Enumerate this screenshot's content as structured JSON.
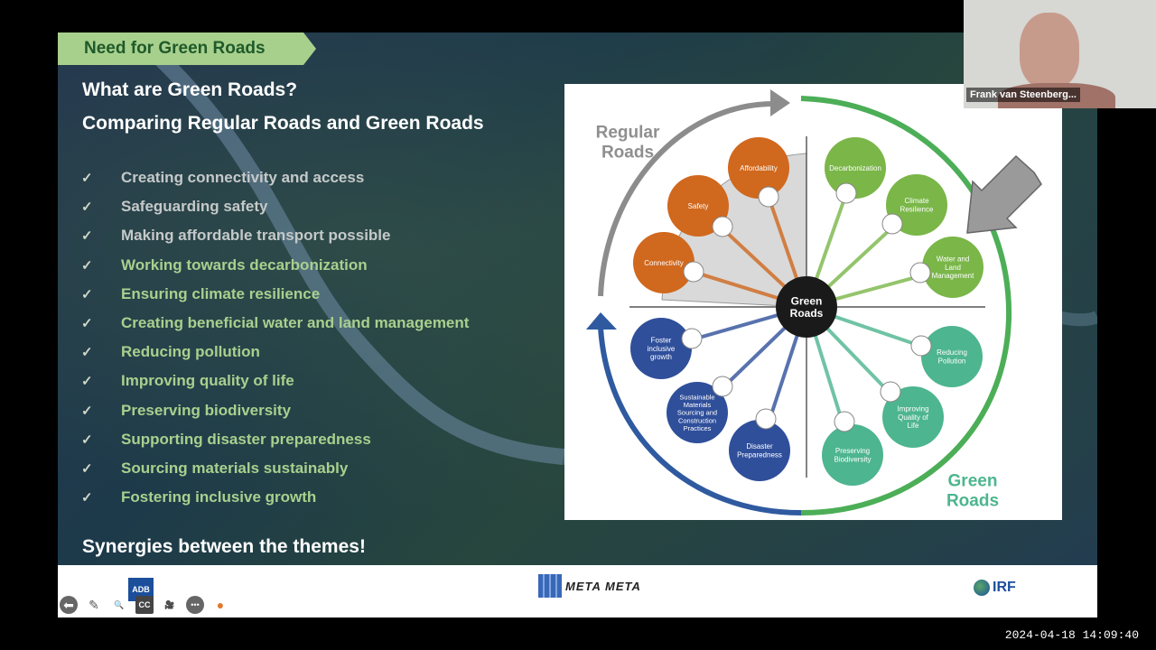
{
  "slide": {
    "tag": "Need for Green Roads",
    "title1": "What are Green Roads?",
    "title2": "Comparing Regular Roads and Green Roads",
    "check_icon": "checkmark-icon",
    "items": [
      {
        "text": "Creating connectivity and access",
        "color": "#c5c9c9"
      },
      {
        "text": "Safeguarding safety",
        "color": "#c5c9c9"
      },
      {
        "text": "Making affordable transport possible",
        "color": "#c5c9c9"
      },
      {
        "text": "Working towards decarbonization",
        "color": "#a9d08e"
      },
      {
        "text": "Ensuring climate resilience",
        "color": "#a9d08e"
      },
      {
        "text": "Creating beneficial water and land management",
        "color": "#a9d08e"
      },
      {
        "text": "Reducing pollution",
        "color": "#a9d08e"
      },
      {
        "text": "Improving quality of life",
        "color": "#a9d08e"
      },
      {
        "text": "Preserving biodiversity",
        "color": "#a9d08e"
      },
      {
        "text": "Supporting disaster preparedness",
        "color": "#a9d08e"
      },
      {
        "text": "Sourcing materials sustainably",
        "color": "#a9d08e"
      },
      {
        "text": "Fostering inclusive growth",
        "color": "#a9d08e"
      }
    ],
    "synergies": "Synergies between the themes!"
  },
  "diagram": {
    "regular_label": [
      "Regular",
      "Roads"
    ],
    "green_label": [
      "Green",
      "Roads"
    ],
    "center_label": [
      "Green",
      "Roads"
    ],
    "colors": {
      "orange": "#d0681e",
      "green": "#7ab648",
      "teal": "#4db58f",
      "blue": "#2f4f9b",
      "gray": "#9b9b9b"
    },
    "orange_nodes": [
      {
        "lines": [
          "Affordability"
        ]
      },
      {
        "lines": [
          "Safety"
        ]
      },
      {
        "lines": [
          "Connectivity"
        ]
      }
    ],
    "green_nodes": [
      {
        "lines": [
          "Decarbonization"
        ]
      },
      {
        "lines": [
          "Climate",
          "Resilience"
        ]
      },
      {
        "lines": [
          "Water and",
          "Land",
          "Management"
        ]
      },
      {
        "lines": [
          "Reducing",
          "Pollution"
        ]
      },
      {
        "lines": [
          "Improving",
          "Quality of",
          "Life"
        ]
      },
      {
        "lines": [
          "Preserving",
          "Biodiversity"
        ]
      }
    ],
    "blue_nodes": [
      {
        "lines": [
          "Disaster",
          "Preparedness"
        ]
      },
      {
        "lines": [
          "Sustainable",
          "Materials",
          "Sourcing and",
          "Construction",
          "Practices"
        ]
      },
      {
        "lines": [
          "Foster",
          "inclusive",
          "growth"
        ]
      }
    ]
  },
  "footer": {
    "adb_logo": "ADB",
    "meta_logo": "META META",
    "irf_logo": "IRF"
  },
  "controls": [
    {
      "name": "back-arrow-icon",
      "glyph": "⬅"
    },
    {
      "name": "pen-icon",
      "glyph": "✎"
    },
    {
      "name": "zoom-icon",
      "glyph": "🔍"
    },
    {
      "name": "captions-icon",
      "glyph": "CC"
    },
    {
      "name": "video-off-icon",
      "glyph": "🎥"
    },
    {
      "name": "more-icon",
      "glyph": "•••"
    },
    {
      "name": "laser-pointer-icon",
      "glyph": "●"
    }
  ],
  "video": {
    "participant_name": "Frank van Steenberg..."
  },
  "timestamp": "2024-04-18  14:09:40"
}
